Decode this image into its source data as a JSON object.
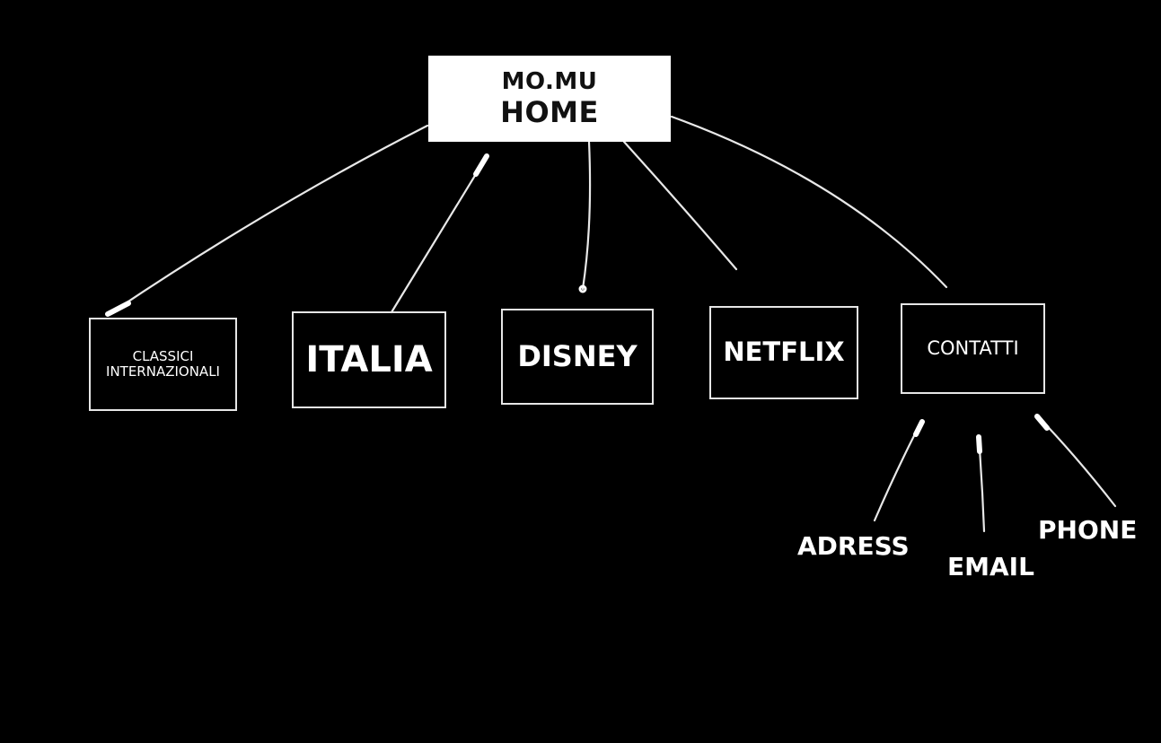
{
  "home": {
    "line1": "MO.MU",
    "line2": "HOME"
  },
  "sections": [
    {
      "label_line1": "CLASSICI",
      "label_line2": "INTERNAZIONALI"
    },
    {
      "label": "ITALIA"
    },
    {
      "label": "DISNEY"
    },
    {
      "label": "NETFLIX"
    },
    {
      "label": "CONTATTI"
    }
  ],
  "contact_details": [
    {
      "label": "ADRESS"
    },
    {
      "label": "EMAIL"
    },
    {
      "label": "PHONE"
    }
  ],
  "colors": {
    "background": "#000000",
    "line": "#e8e8e8",
    "home_fill": "#ffffff",
    "text": "#ffffff"
  }
}
